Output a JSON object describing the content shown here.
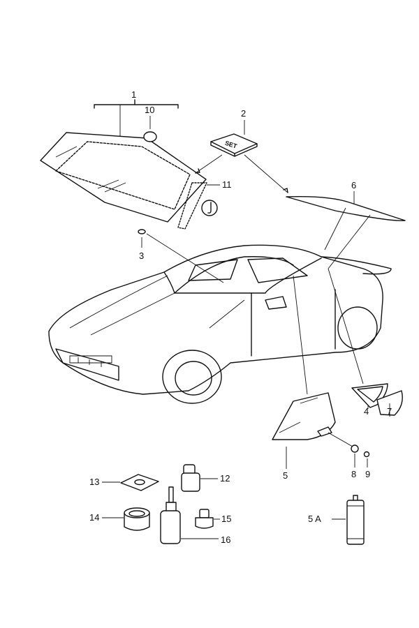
{
  "diagram": {
    "kit_box_text": "SET",
    "callouts": [
      {
        "id": "1",
        "label": "1"
      },
      {
        "id": "10",
        "label": "10"
      },
      {
        "id": "2",
        "label": "2"
      },
      {
        "id": "6",
        "label": "6"
      },
      {
        "id": "11",
        "label": "11"
      },
      {
        "id": "3",
        "label": "3"
      },
      {
        "id": "5",
        "label": "5"
      },
      {
        "id": "4",
        "label": "4"
      },
      {
        "id": "7",
        "label": "7"
      },
      {
        "id": "8",
        "label": "8"
      },
      {
        "id": "9",
        "label": "9"
      },
      {
        "id": "13",
        "label": "13"
      },
      {
        "id": "12",
        "label": "12"
      },
      {
        "id": "14",
        "label": "14"
      },
      {
        "id": "15",
        "label": "15"
      },
      {
        "id": "16",
        "label": "16"
      },
      {
        "id": "5A",
        "label": "5 A"
      }
    ]
  }
}
